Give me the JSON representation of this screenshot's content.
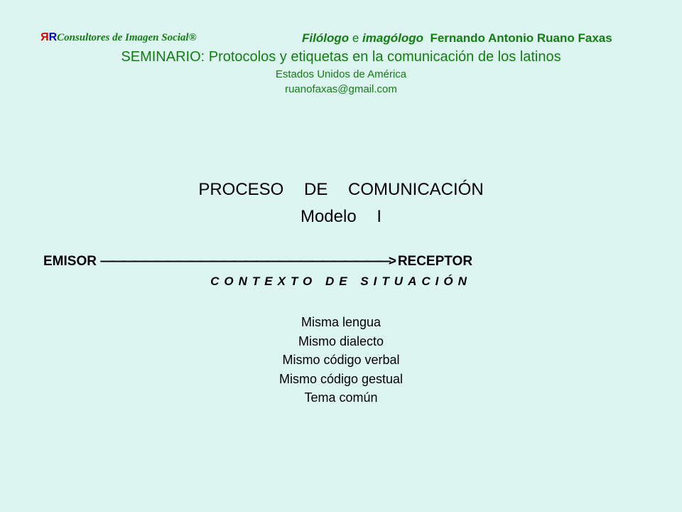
{
  "header": {
    "logo_letters": "RR",
    "brand": "Consultores de Imagen Social®",
    "author_prefix_1": "Filólogo",
    "author_and": "e",
    "author_prefix_2": "imagólogo",
    "author_name": "Fernando Antonio Ruano Faxas",
    "seminar": "SEMINARIO: Protocolos y etiquetas en la comunicación de los latinos",
    "country": "Estados Unidos de América",
    "email": "ruanofaxas@gmail.com"
  },
  "main": {
    "title": "PROCESO DE COMUNICACIÓN",
    "subtitle": "Modelo I",
    "emitter": "EMISOR",
    "arrow": "——————————————————————————>",
    "receiver": "RECEPTOR",
    "context": "CONTEXTO DE SITUACIÓN",
    "items": [
      "Misma lengua",
      "Mismo dialecto",
      "Mismo código verbal",
      "Mismo código gestual",
      "Tema común"
    ]
  }
}
